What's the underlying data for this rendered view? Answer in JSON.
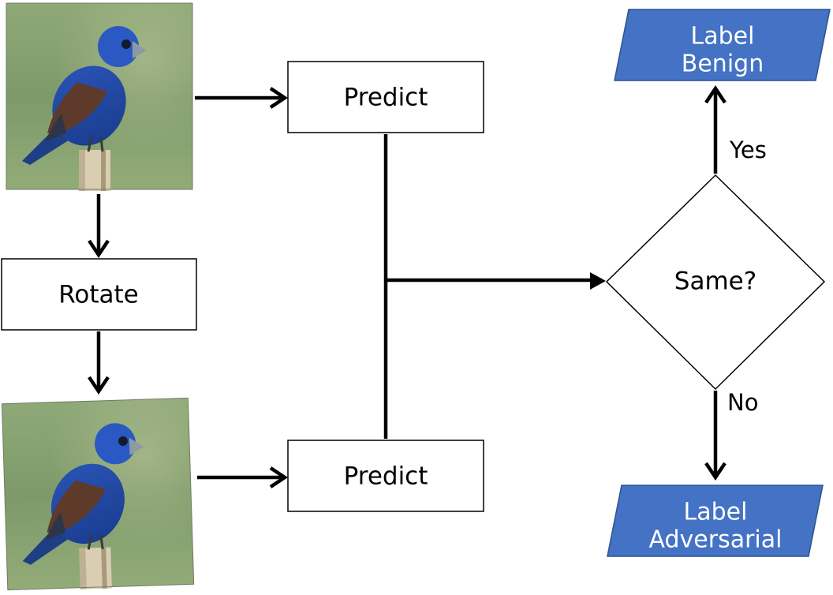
{
  "nodes": {
    "predict_top": "Predict",
    "predict_bottom": "Predict",
    "rotate": "Rotate",
    "decision": "Same?",
    "benign_line1": "Label",
    "benign_line2": "Benign",
    "adversarial_line1": "Label",
    "adversarial_line2": "Adversarial"
  },
  "edges": {
    "yes": "Yes",
    "no": "No"
  },
  "images": {
    "original": "bird-photo",
    "rotated": "rotated-bird-photo"
  },
  "colors": {
    "label_fill": "#4472C4",
    "label_stroke": "#2F528F",
    "stroke": "#000000"
  }
}
